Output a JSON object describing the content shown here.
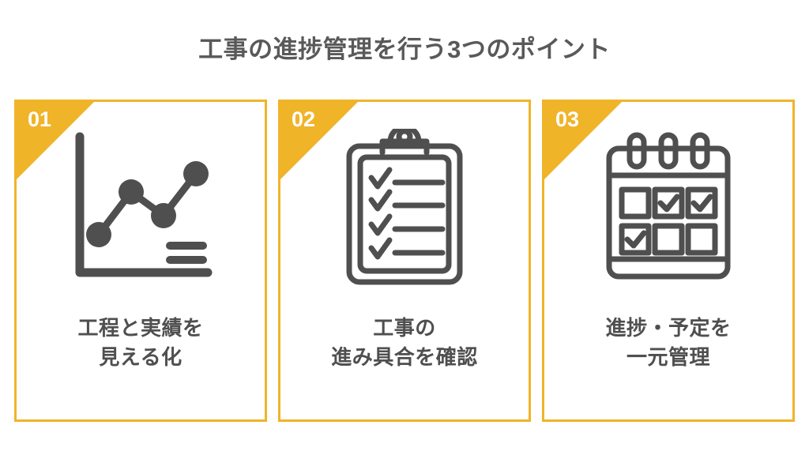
{
  "slide": {
    "title": "工事の進捗管理を行う3つのポイント",
    "background_color": "#ffffff",
    "accent_color": "#f0b429",
    "text_color": "#4f4f4f",
    "title_color": "#595959",
    "icon_color": "#4f4f4f"
  },
  "cards": [
    {
      "number": "01",
      "icon": "line-chart-icon",
      "caption_line1": "工程と実績を",
      "caption_line2": "見える化"
    },
    {
      "number": "02",
      "icon": "clipboard-checklist-icon",
      "caption_line1": "工事の",
      "caption_line2": "進み具合を確認"
    },
    {
      "number": "03",
      "icon": "calendar-check-icon",
      "caption_line1": "進捗・予定を",
      "caption_line2": "一元管理"
    }
  ]
}
